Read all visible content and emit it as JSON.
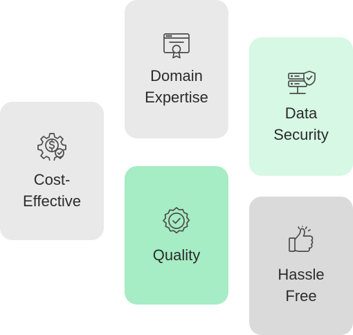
{
  "cards": [
    {
      "id": "cost",
      "label": "Cost-\nEffective",
      "icon": "cost-gear-dollar-icon",
      "bg": "#e9e9e9"
    },
    {
      "id": "domain",
      "label": "Domain\nExpertise",
      "icon": "certificate-icon",
      "bg": "#e9e9e9"
    },
    {
      "id": "quality",
      "label": "Quality",
      "icon": "badge-check-icon",
      "bg": "#a6ecc4"
    },
    {
      "id": "security",
      "label": "Data\nSecurity",
      "icon": "server-shield-icon",
      "bg": "#d6f8e4"
    },
    {
      "id": "hassle",
      "label": "Hassle\nFree",
      "icon": "thumbs-up-icon",
      "bg": "#dadada"
    }
  ]
}
